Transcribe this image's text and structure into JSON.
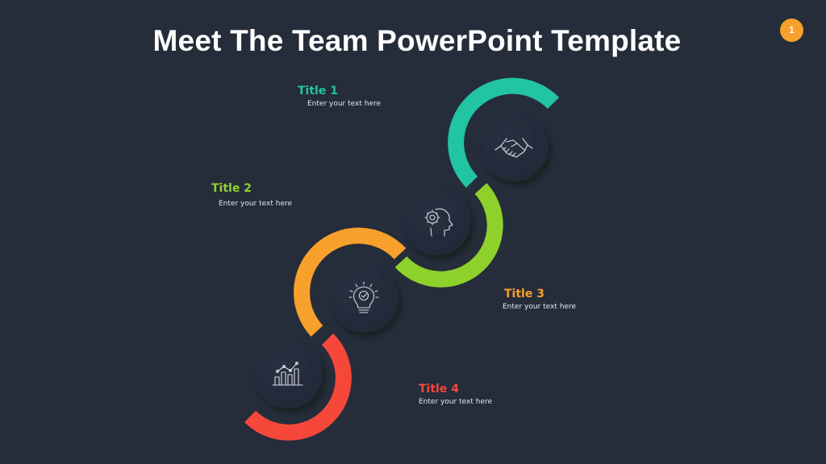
{
  "slide": {
    "title": "Meet The Team PowerPoint Template",
    "page_number": "1",
    "background_color": "#252c3a",
    "badge_color": "#f7a02b"
  },
  "steps": [
    {
      "title": "Title 1",
      "text": "Enter your text here",
      "color": "#21c4a3",
      "icon": "handshake-icon"
    },
    {
      "title": "Title 2",
      "text": "Enter your text here",
      "color": "#8fd12b",
      "icon": "head-gear-icon"
    },
    {
      "title": "Title 3",
      "text": "Enter your text here",
      "color": "#f7a02b",
      "icon": "lightbulb-check-icon"
    },
    {
      "title": "Title 4",
      "text": "Enter your text here",
      "color": "#f5483b",
      "icon": "bar-chart-growth-icon"
    }
  ]
}
